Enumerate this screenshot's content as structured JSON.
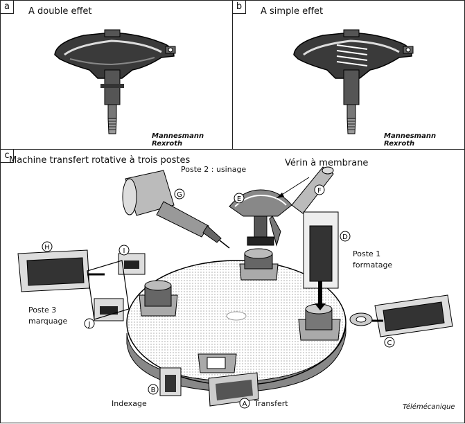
{
  "panel_a": {
    "tag": "a",
    "title": "A double effet",
    "credit": "Mannesmann Rexroth"
  },
  "panel_b": {
    "tag": "b",
    "title": "A simple effet",
    "credit": "Mannesmann Rexroth"
  },
  "panel_c": {
    "tag": "c",
    "title": "Machine transfert rotative à trois postes",
    "poste2": "Poste 2 : usinage",
    "verin": "Vérin à membrane",
    "poste1_line1": "Poste 1",
    "poste1_line2": "formatage",
    "poste3_line1": "Poste 3",
    "poste3_line2": "marquage",
    "indexage": "Indexage",
    "transfert": "Transfert",
    "credit": "Télémécanique",
    "markers": {
      "A": "A",
      "B": "B",
      "C": "C",
      "D": "D",
      "E": "E",
      "F": "F",
      "G": "G",
      "H": "H",
      "I": "I",
      "J": "J"
    }
  }
}
